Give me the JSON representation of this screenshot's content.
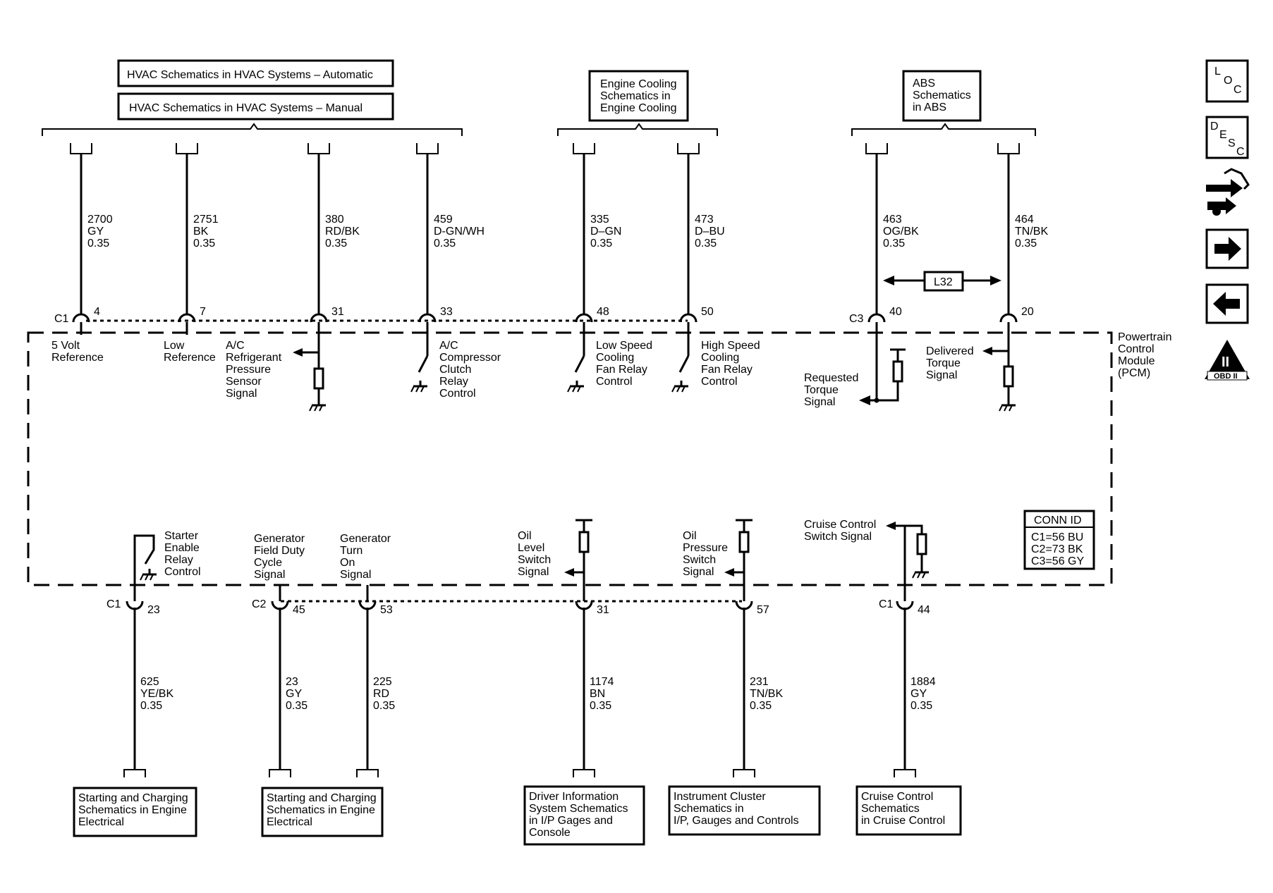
{
  "top_refs": {
    "hvac_auto": "HVAC Schematics in HVAC Systems – Automatic",
    "hvac_manual": "HVAC Schematics in HVAC Systems – Manual",
    "engine_cooling": [
      "Engine Cooling",
      "Schematics in",
      "Engine Cooling"
    ],
    "abs": [
      "ABS",
      "Schematics",
      "in ABS"
    ]
  },
  "top_wires": [
    {
      "circuit": "2700",
      "color": "GY",
      "size": "0.35",
      "pin": "4",
      "label": [
        "5 Volt",
        "Reference"
      ]
    },
    {
      "circuit": "2751",
      "color": "BK",
      "size": "0.35",
      "pin": "7",
      "label": [
        "Low",
        "Reference"
      ]
    },
    {
      "circuit": "380",
      "color": "RD/BK",
      "size": "0.35",
      "pin": "31",
      "label": [
        "A/C",
        "Refrigerant",
        "Pressure",
        "Sensor",
        "Signal"
      ]
    },
    {
      "circuit": "459",
      "color": "D-GN/WH",
      "size": "0.35",
      "pin": "33",
      "label": [
        "A/C",
        "Compressor",
        "Clutch",
        "Relay",
        "Control"
      ]
    },
    {
      "circuit": "335",
      "color": "D–GN",
      "size": "0.35",
      "pin": "48",
      "label": [
        "Low Speed",
        "Cooling",
        "Fan Relay",
        "Control"
      ]
    },
    {
      "circuit": "473",
      "color": "D–BU",
      "size": "0.35",
      "pin": "50",
      "label": [
        "High Speed",
        "Cooling",
        "Fan Relay",
        "Control"
      ]
    },
    {
      "circuit": "463",
      "color": "OG/BK",
      "size": "0.35",
      "pin": "40",
      "label": [
        "Requested",
        "Torque",
        "Signal"
      ]
    },
    {
      "circuit": "464",
      "color": "TN/BK",
      "size": "0.35",
      "pin": "20",
      "label": [
        "Delivered",
        "Torque",
        "Signal"
      ]
    }
  ],
  "connectors": {
    "c1": "C1",
    "c2": "C2",
    "c3": "C3"
  },
  "option_tag": "L32",
  "module": [
    "Powertrain",
    "Control",
    "Module",
    "(PCM)"
  ],
  "conn_id": {
    "title": "CONN ID",
    "rows": [
      "C1=56 BU",
      "C2=73 BK",
      "C3=56 GY"
    ]
  },
  "bottom_wires": [
    {
      "circuit": "625",
      "color": "YE/BK",
      "size": "0.35",
      "pin": "23",
      "label": [
        "Starter",
        "Enable",
        "Relay",
        "Control"
      ],
      "ref": [
        "Starting and Charging",
        "Schematics in Engine",
        "Electrical"
      ]
    },
    {
      "circuit": "23",
      "color": "GY",
      "size": "0.35",
      "pin": "45",
      "label": [
        "Generator",
        "Field Duty",
        "Cycle",
        "Signal"
      ],
      "ref": [
        "Starting and Charging",
        "Schematics in Engine",
        "Electrical"
      ]
    },
    {
      "circuit": "225",
      "color": "RD",
      "size": "0.35",
      "pin": "53",
      "label": [
        "Generator",
        "Turn",
        "On",
        "Signal"
      ],
      "ref": null
    },
    {
      "circuit": "1174",
      "color": "BN",
      "size": "0.35",
      "pin": "31",
      "label": [
        "Oil",
        "Level",
        "Switch",
        "Signal"
      ],
      "ref": [
        "Driver Information",
        "System Schematics",
        "in I/P Gages and",
        "Console"
      ]
    },
    {
      "circuit": "231",
      "color": "TN/BK",
      "size": "0.35",
      "pin": "57",
      "label": [
        "Oil",
        "Pressure",
        "Switch",
        "Signal"
      ],
      "ref": [
        "Instrument Cluster",
        "Schematics in",
        "I/P, Gauges and Controls"
      ]
    },
    {
      "circuit": "1884",
      "color": "GY",
      "size": "0.35",
      "pin": "44",
      "label": [
        "Cruise Control",
        "Switch Signal"
      ],
      "ref": [
        "Cruise Control",
        "Schematics",
        "in Cruise Control"
      ]
    }
  ],
  "nav": {
    "loc": [
      "L",
      "O",
      "C"
    ],
    "desc": [
      "D",
      "E",
      "S",
      "C"
    ],
    "obd": "OBD II",
    "obd_roman": "II",
    "icons": [
      "loc-icon",
      "desc-icon",
      "wrench-car-icon",
      "next-arrow-icon",
      "back-arrow-icon",
      "obd2-icon"
    ]
  }
}
